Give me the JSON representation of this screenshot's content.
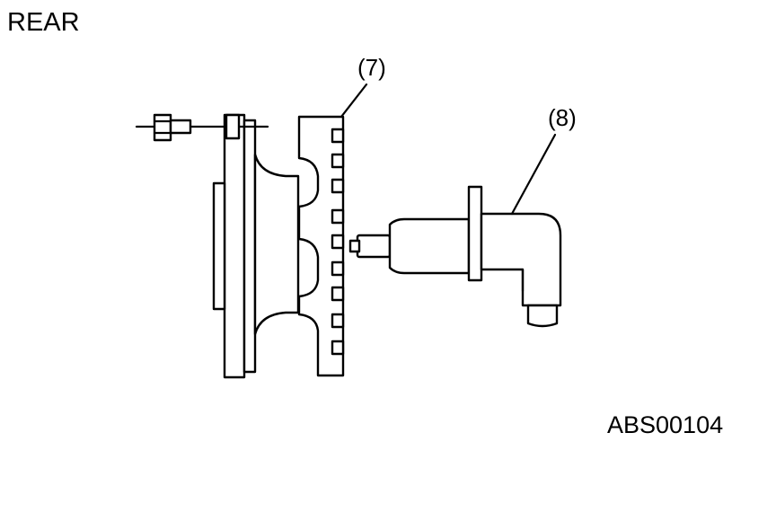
{
  "header": {
    "view_label": "REAR"
  },
  "callouts": {
    "tone_wheel": "(7)",
    "sensor": "(8)"
  },
  "footer": {
    "figure_code": "ABS00104"
  },
  "colors": {
    "ink": "#000000",
    "paper": "#ffffff"
  }
}
